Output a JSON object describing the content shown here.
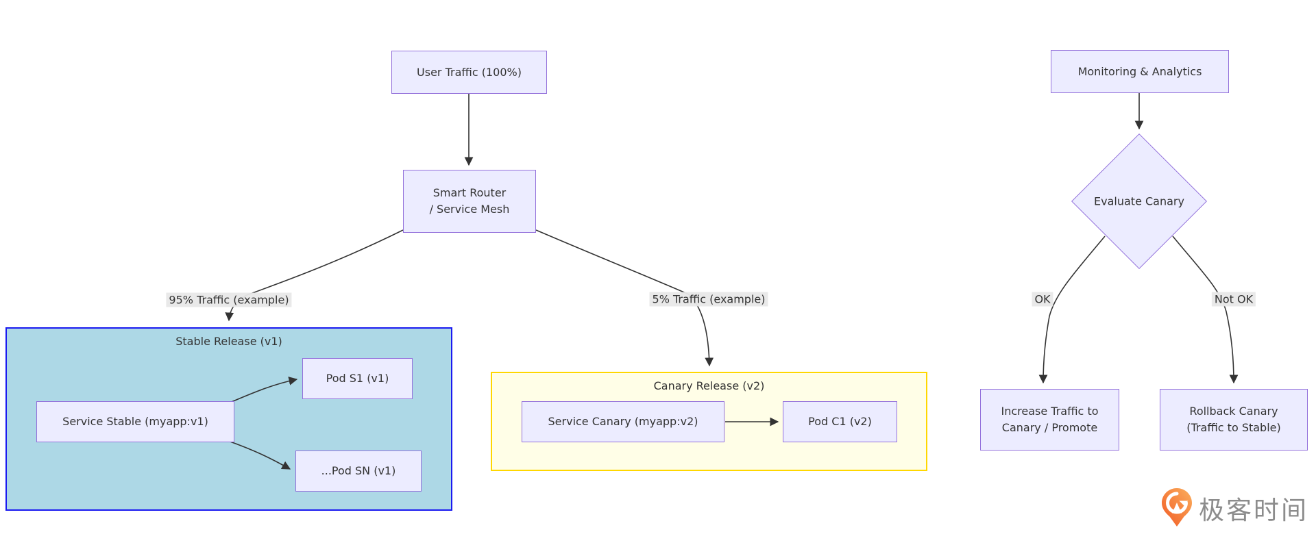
{
  "diagram": {
    "nodes": {
      "user_traffic": {
        "label": "User Traffic (100%)"
      },
      "smart_router": {
        "line1": "Smart Router",
        "line2": "/ Service Mesh"
      },
      "pod_s1": {
        "label": "Pod S1 (v1)"
      },
      "service_stable": {
        "label": "Service Stable (myapp:v1)"
      },
      "pod_sn": {
        "label": "...Pod SN (v1)"
      },
      "service_canary": {
        "label": "Service Canary (myapp:v2)"
      },
      "pod_c1": {
        "label": "Pod C1 (v2)"
      },
      "monitoring": {
        "label": "Monitoring & Analytics"
      },
      "evaluate_canary": {
        "label": "Evaluate Canary"
      },
      "increase_traffic": {
        "line1": "Increase Traffic to",
        "line2": "Canary / Promote"
      },
      "rollback_canary": {
        "line1": "Rollback Canary",
        "line2": "(Traffic to Stable)"
      }
    },
    "subgraphs": {
      "stable": {
        "title": "Stable Release (v1)",
        "fill": "#ADD8E6",
        "border": "#1A1AF0"
      },
      "canary": {
        "title": "Canary Release (v2)",
        "fill": "#FFFEE7",
        "border": "#FFD700"
      }
    },
    "edge_labels": {
      "to_stable": "95% Traffic (example)",
      "to_canary": "5% Traffic (example)",
      "ok": "OK",
      "not_ok": "Not OK"
    },
    "colors": {
      "node_fill": "#ECECFF",
      "node_border": "#9370DB",
      "edge_stroke": "#333333",
      "edge_label_bg": "#E8E8E8",
      "text": "#333333"
    }
  },
  "branding": {
    "logo_text": "极客时间",
    "logo_orange_dark": "#F15A24",
    "logo_orange_light": "#FBAF5D",
    "logo_text_color": "#8C8C8C"
  }
}
